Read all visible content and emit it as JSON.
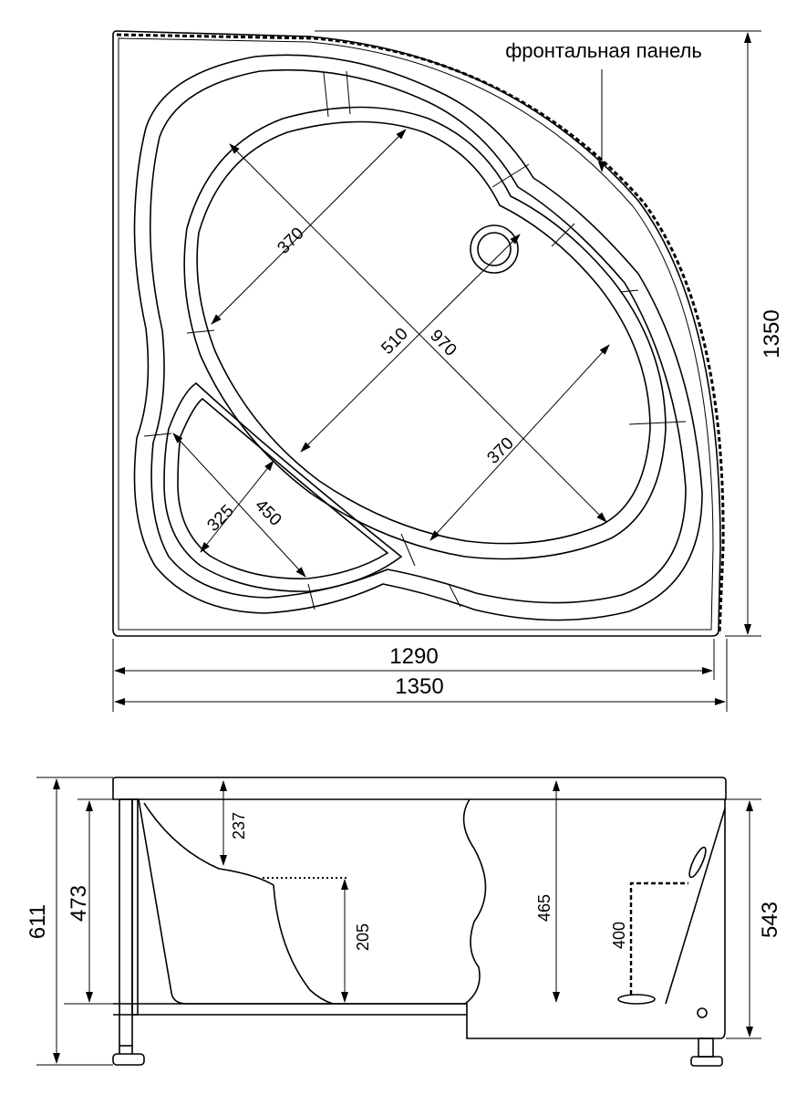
{
  "top_view": {
    "panel_label": "фронтальная панель",
    "width_inner": "1290",
    "width_outer": "1350",
    "height_outer": "1350",
    "dim_a": "370",
    "dim_b": "370",
    "dim_c": "510",
    "dim_d": "970",
    "dim_e": "325",
    "dim_f": "450"
  },
  "side_view": {
    "total_height": "611",
    "left_height": "473",
    "right_height": "543",
    "depth_a": "237",
    "depth_b": "205",
    "depth_c": "465",
    "depth_d": "400"
  }
}
